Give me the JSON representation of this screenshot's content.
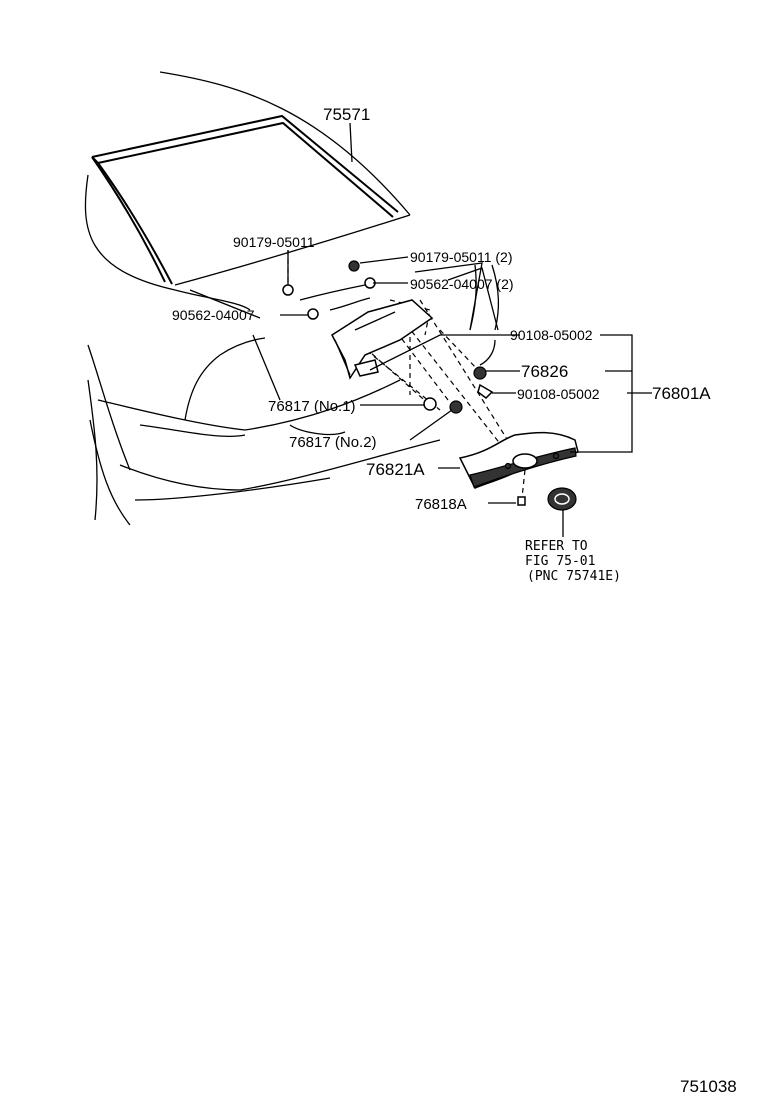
{
  "labels": {
    "p75571": "75571",
    "p90179_left": "90179-05011",
    "p90179_right": "90179-05011 (2)",
    "p90562_right": "90562-04007 (2)",
    "p90562_left": "90562-04007",
    "p90108_top": "90108-05002",
    "p76826": "76826",
    "p90108_mid": "90108-05002",
    "p76801A": "76801A",
    "p76817_no1": "76817 (No.1)",
    "p76817_no2": "76817 (No.2)",
    "p76821A": "76821A",
    "p76818A": "76818A",
    "refer_line1": "REFER TO",
    "refer_line2": "FIG 75-01",
    "refer_line3": "(PNC 75741E)",
    "figure_number": "751038"
  }
}
